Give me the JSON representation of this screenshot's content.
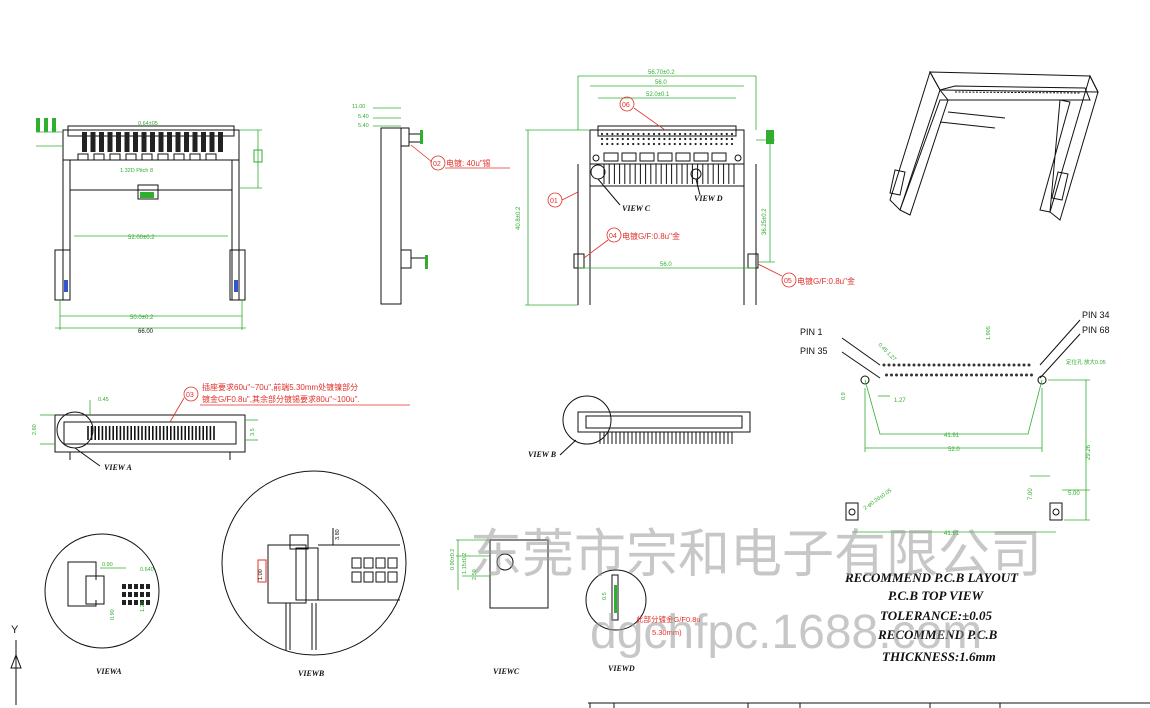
{
  "balloons": {
    "b01": {
      "num": "01"
    },
    "b02": {
      "num": "02",
      "text": "电镀: 40u\"锡"
    },
    "b03": {
      "num": "03",
      "line1": "插座要求60u\"~70u\",前端5.30mm处镀镍部分",
      "line2": "镀金G/F0.8u\",其余部分镀锡要求80u\"~100u\"."
    },
    "b04": {
      "num": "04",
      "text": "电镀G/F:0.8u\"金"
    },
    "b05": {
      "num": "05",
      "text": "电镀G/F:0.8u\"金"
    },
    "b06": {
      "num": "06"
    }
  },
  "front": {
    "dim_pitch": "0.64±05",
    "dim_pitch2": "1.32D Pitch 8",
    "dim_inner": "52.00±0.2",
    "dim_outer1": "50.0±0.2",
    "dim_outer2": "66.00"
  },
  "side": {
    "d1": "11.00",
    "d2": "5.40",
    "d3": "5.40"
  },
  "top": {
    "d_total": "56.70±0.2",
    "d_mid": "56.0",
    "d_inner": "52.0±0.1",
    "d_height": "40.8±0.2",
    "d_side": "36.25±0.2",
    "d_bottom": "56.0"
  },
  "section": {
    "d1": "0.45",
    "d2": "2.60",
    "d3": "3.5"
  },
  "labels": {
    "viewC": "VIEW C",
    "viewD": "VIEW D",
    "viewA": "VIEW A",
    "viewB": "VIEW B",
    "viewA_bottom": "VIEWA",
    "viewB_bottom": "VIEWB",
    "viewC_bottom": "VIEWC",
    "viewD_bottom": "VIEWD"
  },
  "pcb": {
    "pin1": "PIN 1",
    "pin35": "PIN 35",
    "pin34": "PIN 34",
    "pin68": "PIN 68",
    "note_hole": "定位孔 放大0.05",
    "d_pitch": "0.45 1.27",
    "d_row": "1.905",
    "d_127": "1.27",
    "d_0": "0.9",
    "d_4191": "41.91",
    "d_520": "52.0",
    "d_2926": "29.26",
    "d_hole": "2-φ0.20±0.05",
    "d_700": "7.00",
    "d_500": "5.00",
    "d_bottom": "41.91"
  },
  "detail": {
    "a1": "0.90",
    "a2": "0.640",
    "a3": "0.90",
    "a4": "1.20",
    "b1": "3.80",
    "b2": "1.00",
    "c1": "0.90±0.2",
    "c2": "1.15±0.2",
    "c3": "2.50",
    "d1": "0.5",
    "d_note": "此部分镀金G/F0.8u",
    "d_note2": "5.30mm)"
  },
  "recommend": {
    "line1": "RECOMMEND P.C.B LAYOUT",
    "line2": "P.C.B TOP VIEW",
    "line3": "TOLERANCE:±0.05",
    "line4": "RECOMMEND P.C.B",
    "line5": "THICKNESS:1.6mm"
  },
  "axis": {
    "y": "Y"
  },
  "watermark": {
    "cn": "东莞市宗和电子有限公司",
    "en": "dgchfpc.1688.com"
  }
}
